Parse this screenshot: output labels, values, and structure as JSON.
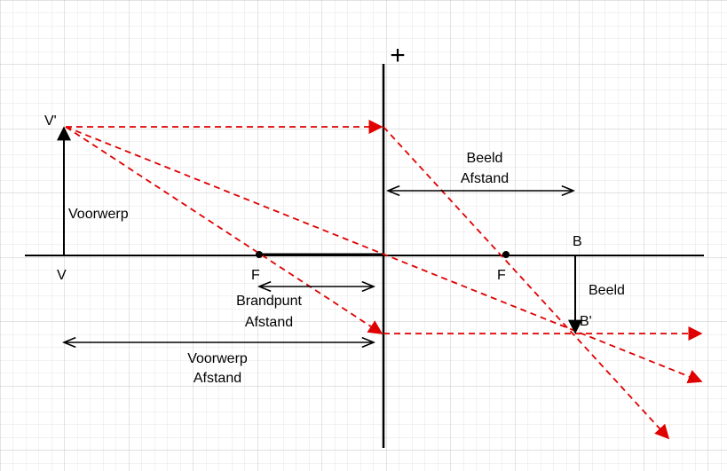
{
  "diagram": {
    "lens_sign": "+",
    "labels": {
      "object_top": "V'",
      "object_base": "V",
      "object": "Voorwerp",
      "focal_left": "F",
      "focal_right": "F",
      "image_base": "B",
      "image_tip": "B'",
      "image": "Beeld",
      "image_distance_line1": "Beeld",
      "image_distance_line2": "Afstand",
      "focal_distance_line1": "Brandpunt",
      "focal_distance_line2": "Afstand",
      "object_distance_line1": "Voorwerp",
      "object_distance_line2": "Afstand"
    },
    "colors": {
      "rays": "#e00000",
      "axis": "#000000",
      "grid_minor": "#dcdcdc",
      "grid_major": "#c4c4c4"
    }
  }
}
